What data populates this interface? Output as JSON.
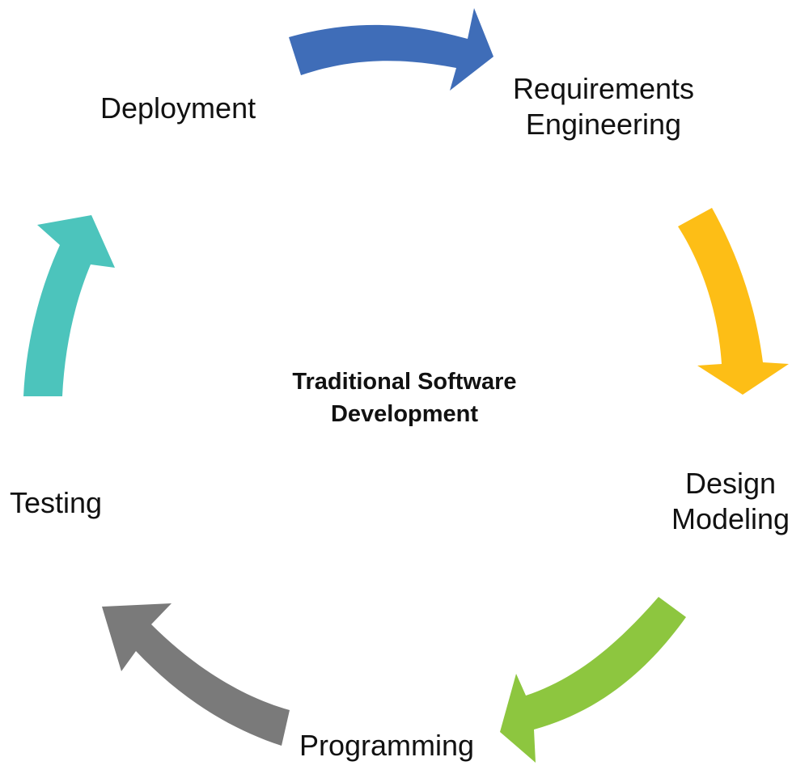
{
  "center": {
    "line1": "Traditional Software",
    "line2": "Development"
  },
  "stages": {
    "requirements": {
      "line1": "Requirements",
      "line2": "Engineering"
    },
    "design": {
      "line1": "Design",
      "line2": "Modeling"
    },
    "programming": {
      "line1": "Programming"
    },
    "testing": {
      "line1": "Testing"
    },
    "deployment": {
      "line1": "Deployment"
    }
  },
  "colors": {
    "deployment_to_requirements": "#3F6DB8",
    "requirements_to_design": "#FDBE16",
    "design_to_programming": "#8DC63F",
    "programming_to_testing": "#7A7A7A",
    "testing_to_deployment": "#4CC4BC"
  }
}
